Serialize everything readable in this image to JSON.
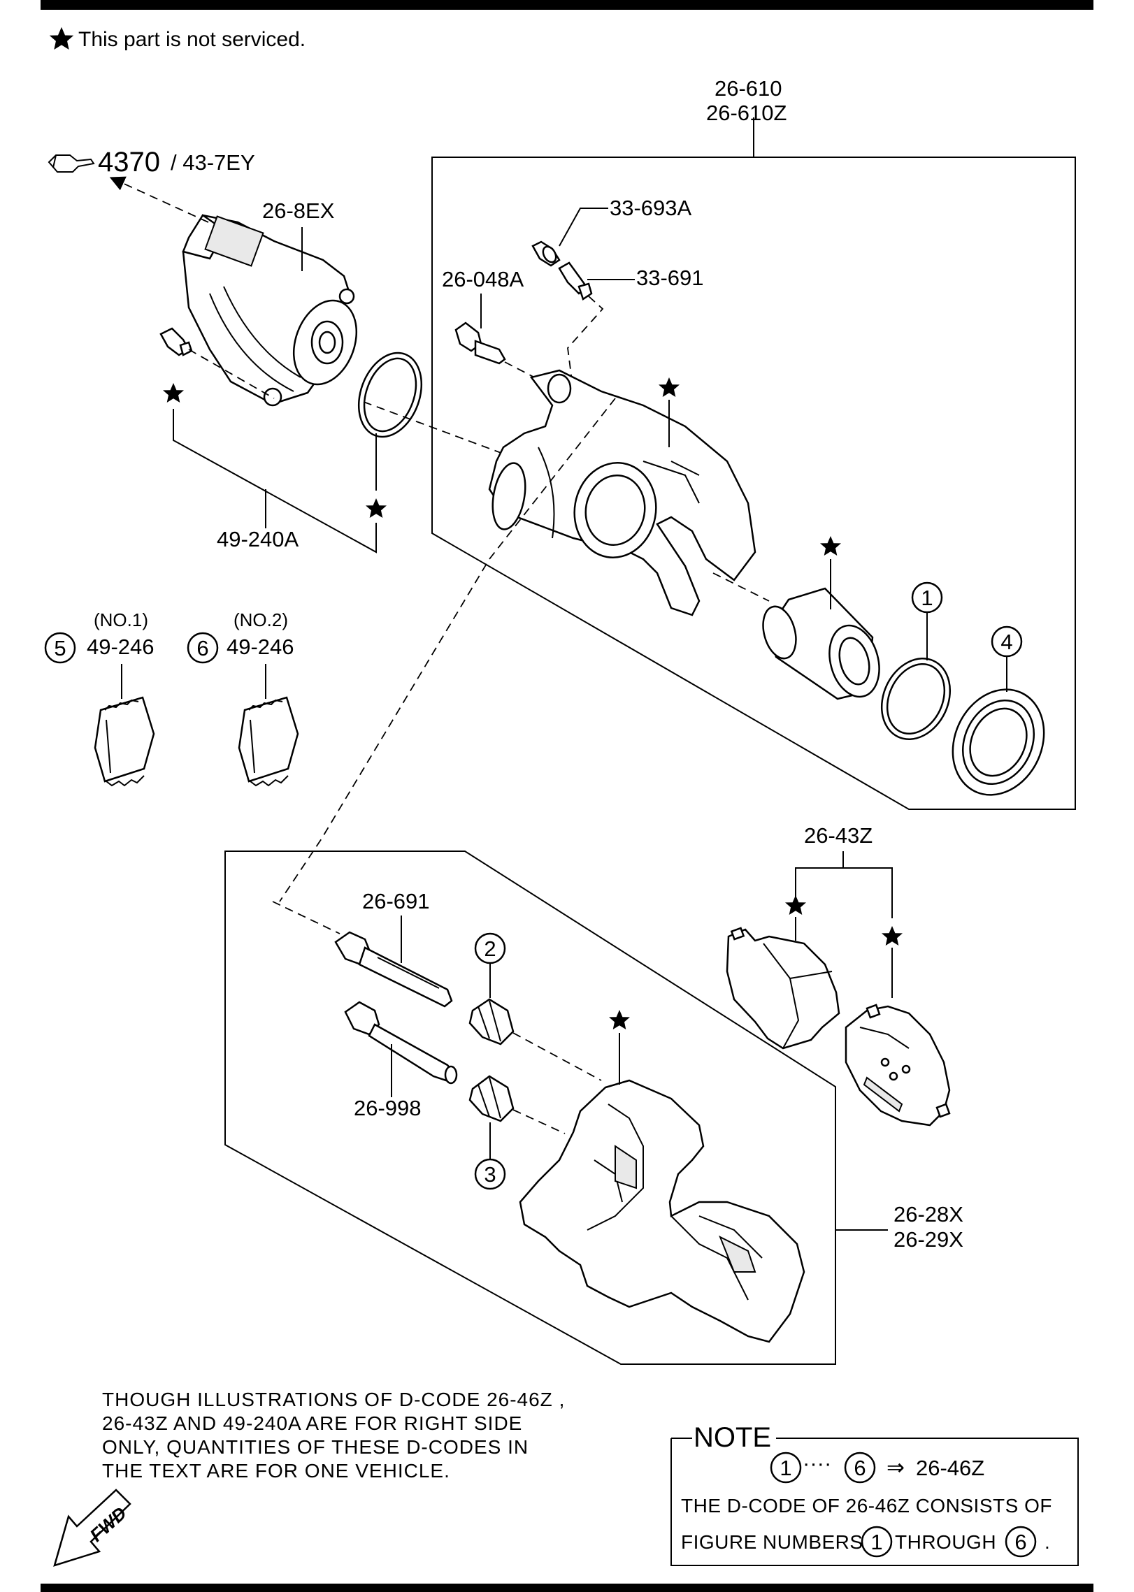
{
  "header": {
    "star_note": "This part is not serviced."
  },
  "labels": {
    "ref_main": "4370",
    "ref_sub": "/ 43-7EY",
    "actuator": "26-8EX",
    "caliper_top": "26-610",
    "caliper_top_z": "26-610Z",
    "bleeder_cap": "33-693A",
    "bleeder_screw": "33-691",
    "bolt": "26-048A",
    "actuator_kit": "49-240A",
    "no1": "(NO.1)",
    "no2": "(NO.2)",
    "shim_code": "49-246",
    "pads": "26-43Z",
    "guide_pin_1": "26-691",
    "guide_pin_2": "26-998",
    "bracket_1": "26-28X",
    "bracket_2": "26-29X"
  },
  "circles": [
    "1",
    "2",
    "3",
    "4",
    "5",
    "6"
  ],
  "note_paragraph": [
    "THOUGH  ILLUSTRATIONS  OF  D-CODE  26-46Z  ,",
    "  26-43Z   AND 49-240A  ARE  FOR  RIGHT  SIDE",
    "ONLY, QUANTITIES  OF  THESE  D-CODES  IN",
    "THE  TEXT  ARE  FOR  ONE  VEHICLE."
  ],
  "note_box": {
    "title": "NOTE",
    "range_start": "1",
    "range_dots": "····",
    "range_end": "6",
    "arrow": "⇒",
    "code": "26-46Z",
    "line2": "THE D-CODE OF  26-46Z  CONSISTS OF",
    "line3_prefix": "FIGURE NUMBERS",
    "line3_start": "1",
    "line3_mid": "THROUGH",
    "line3_end": "6",
    "line3_suffix": "."
  },
  "fwd": "FWD",
  "icons": [
    "star-icon",
    "hand-pointer-icon",
    "fwd-arrow-icon"
  ]
}
